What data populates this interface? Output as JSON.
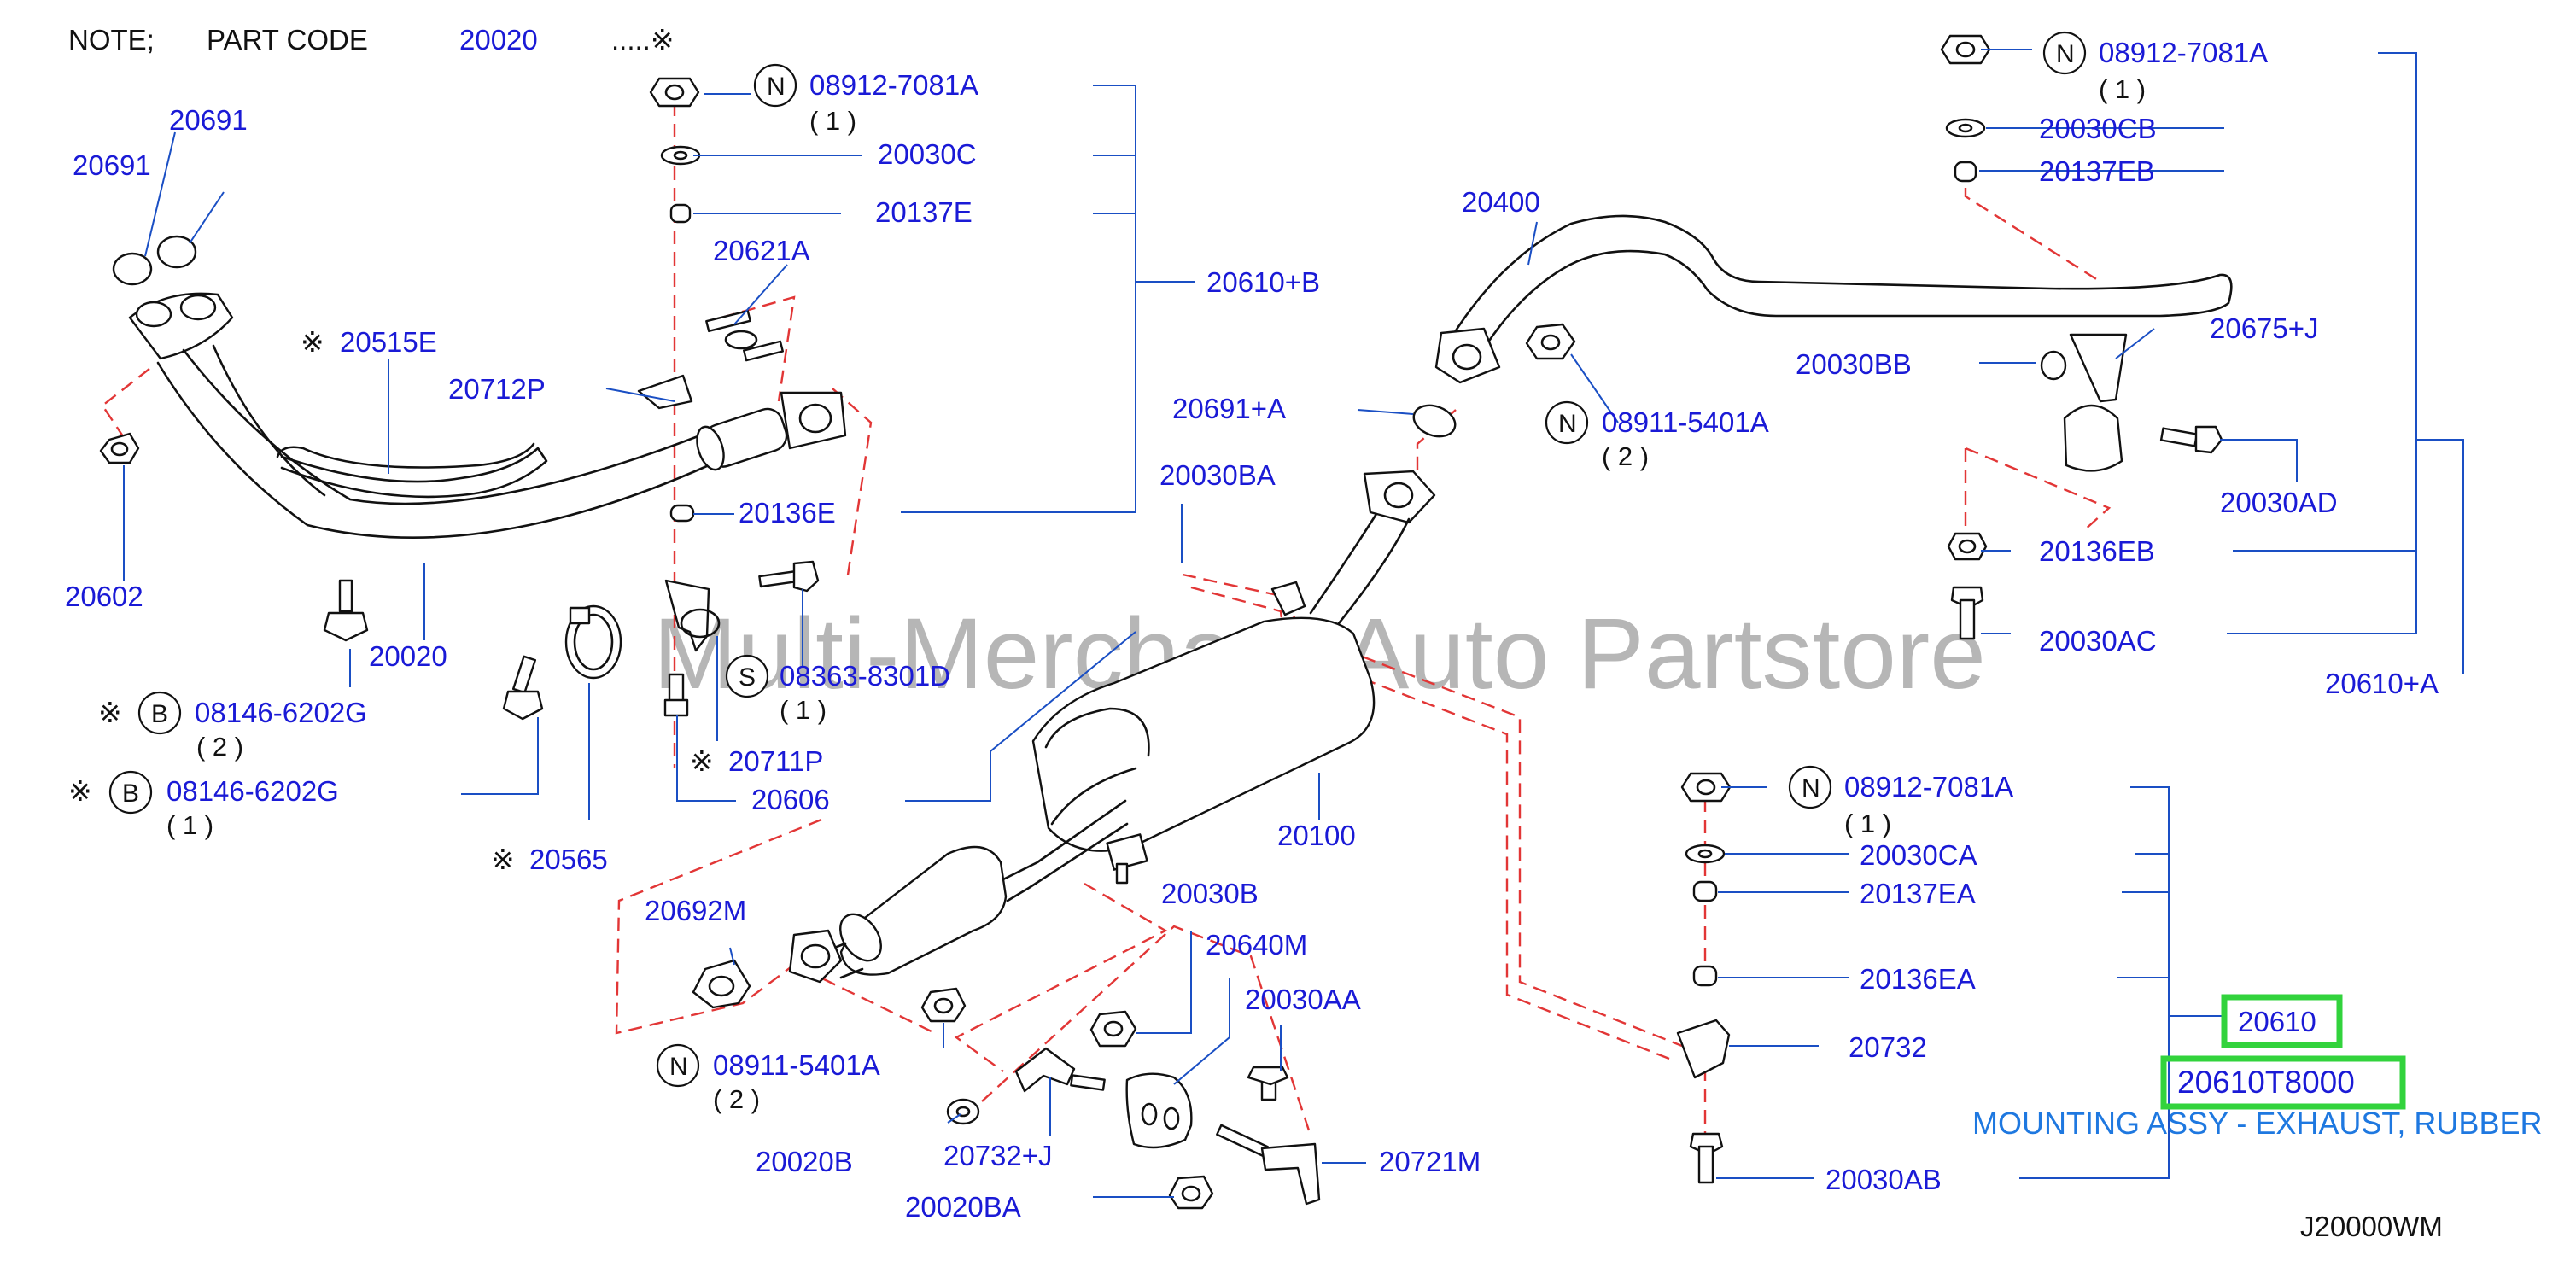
{
  "note": {
    "prefix": "NOTE;",
    "part_code_label": "PART  CODE",
    "part_code": "20020",
    "suffix": ".....※"
  },
  "watermark": "Multi-Merchant Auto Partstore",
  "diagram_code": "J20000WM",
  "highlight": {
    "group": "20610",
    "part_number": "20610T8000",
    "description": "MOUNTING ASSY - EXHAUST, RUBBER"
  },
  "labels": {
    "l20691a": "20691",
    "l20691b": "20691",
    "l20515E": "20515E",
    "l20712P": "20712P",
    "l20621A": "20621A",
    "l20602": "20602",
    "l20020": "20020",
    "l08146a": "08146-6202G",
    "l08146b": "08146-6202G",
    "l20565": "20565",
    "l08912a": "08912-7081A",
    "l20030C": "20030C",
    "l20137E": "20137E",
    "l20610B": "20610+B",
    "l20136E": "20136E",
    "l08363": "08363-8301D",
    "l20711P": "20711P",
    "l20606": "20606",
    "l20400": "20400",
    "l20691A": "20691+A",
    "l08911a": "08911-5401A",
    "l20030BA": "20030BA",
    "l20100": "20100",
    "l20692M": "20692M",
    "l08911b": "08911-5401A",
    "l20030B": "20030B",
    "l20640M": "20640M",
    "l20030AA": "20030AA",
    "l20020B": "20020B",
    "l20732J": "20732+J",
    "l20721M": "20721M",
    "l20020BA": "20020BA",
    "l08912b": "08912-7081A",
    "l20030CB": "20030CB",
    "l20137EB": "20137EB",
    "l20030BB": "20030BB",
    "l20675J": "20675+J",
    "l20030AD": "20030AD",
    "l20136EB": "20136EB",
    "l20030AC": "20030AC",
    "l20610A": "20610+A",
    "l08912c": "08912-7081A",
    "l20030CA": "20030CA",
    "l20137EA": "20137EA",
    "l20136EA": "20136EA",
    "l20732": "20732",
    "l20030AB": "20030AB"
  },
  "quantities": {
    "q_08912a": "( 1 )",
    "q_08146a": "( 2 )",
    "q_08146b": "( 1 )",
    "q_08363": "( 1 )",
    "q_08911a": "( 2 )",
    "q_08911b": "( 2 )",
    "q_08912b": "( 1 )",
    "q_08912c": "( 1 )"
  },
  "marks": {
    "asterisk": "※"
  },
  "circle_letters": {
    "n": "N",
    "b": "B",
    "s": "S"
  },
  "colors": {
    "label": "#1a1ad6",
    "leader": "#1a4fc4",
    "dashed_guide": "#e23636",
    "highlight": "#32d33c",
    "description": "#1e78e0"
  }
}
